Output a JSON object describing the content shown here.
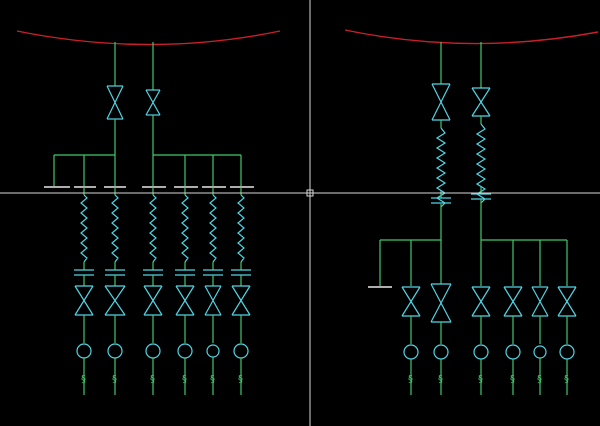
{
  "diagram": {
    "colors": {
      "background": "#000000",
      "conductor": "#3fc86a",
      "device": "#4fd6e6",
      "source_arc": "#c8202a",
      "crosshair": "#d8d8d8",
      "busbar": "#e8e8e8"
    },
    "left_section": {
      "incoming_feeders": 2,
      "outgoing_feeders": 6,
      "outgoing_label": "§"
    },
    "right_section": {
      "incoming_feeders": 2,
      "outgoing_feeders": 6,
      "outgoing_label": "§"
    },
    "cursor": {
      "type": "crosshair"
    }
  }
}
